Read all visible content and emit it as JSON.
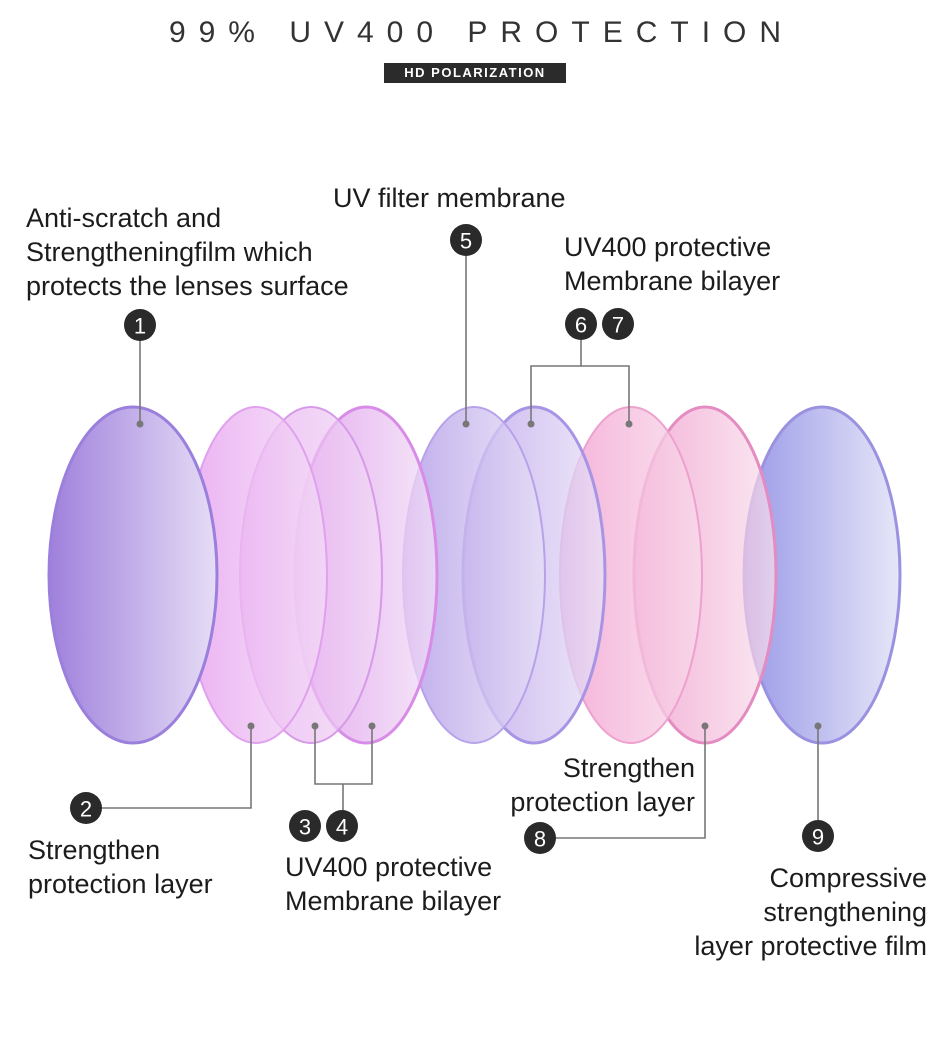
{
  "header": {
    "title": "99% UV400 PROTECTION",
    "badge": "HD POLARIZATION"
  },
  "layers": [
    {
      "number": "1",
      "label": "Anti-scratch and\nStrengtheningfilm which\nprotects the lenses surface",
      "color": "#a98ae0"
    },
    {
      "number": "2",
      "label": "Strengthen\nprotection layer",
      "color": "#e2a6ee"
    },
    {
      "number": "3",
      "label": "UV400 protective\nMembrane bilayer",
      "color": "#e0a0ec"
    },
    {
      "number": "4",
      "label": "UV400 protective\nMembrane bilayer",
      "color": "#d994e6"
    },
    {
      "number": "5",
      "label": "UV filter membrane",
      "color": "#b8a2ea"
    },
    {
      "number": "6",
      "label": "UV400 protective\nMembrane bilayer",
      "color": "#b79ce8"
    },
    {
      "number": "7",
      "label": "UV400 protective\nMembrane bilayer",
      "color": "#f2a8d6"
    },
    {
      "number": "8",
      "label": "Strengthen\nprotection layer",
      "color": "#ee96c8"
    },
    {
      "number": "9",
      "label": "Compressive\nstrengthening\nlayer protective film",
      "color": "#a7a4ec"
    }
  ],
  "labels": {
    "l1": "Anti-scratch and\nStrengtheningfilm which\nprotects the lenses surface",
    "l5": "UV filter membrane",
    "l67": "UV400 protective\nMembrane bilayer",
    "l2": "Strengthen\nprotection layer",
    "l34": "UV400 protective\nMembrane bilayer",
    "l8": "Strengthen\nprotection layer",
    "l9": "Compressive\nstrengthening\nlayer protective film"
  }
}
